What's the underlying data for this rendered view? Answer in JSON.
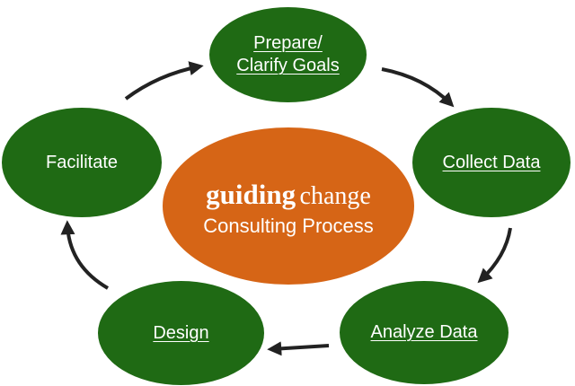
{
  "diagram": {
    "center": {
      "brand_bold": "guiding",
      "brand_light": "change",
      "subtitle": "Consulting Process"
    },
    "steps": [
      {
        "id": "prepare",
        "line1": "Prepare/",
        "line2": "Clarify Goals",
        "linked": true
      },
      {
        "id": "collect",
        "label": "Collect Data",
        "linked": true
      },
      {
        "id": "analyze",
        "label": "Analyze Data",
        "linked": true
      },
      {
        "id": "design",
        "label": "Design",
        "linked": true
      },
      {
        "id": "facilitate",
        "label": "Facilitate",
        "linked": false
      }
    ],
    "colors": {
      "step_fill": "#1f6a14",
      "center_fill": "#d66516",
      "text": "#ffffff",
      "arrow": "#222222"
    }
  }
}
